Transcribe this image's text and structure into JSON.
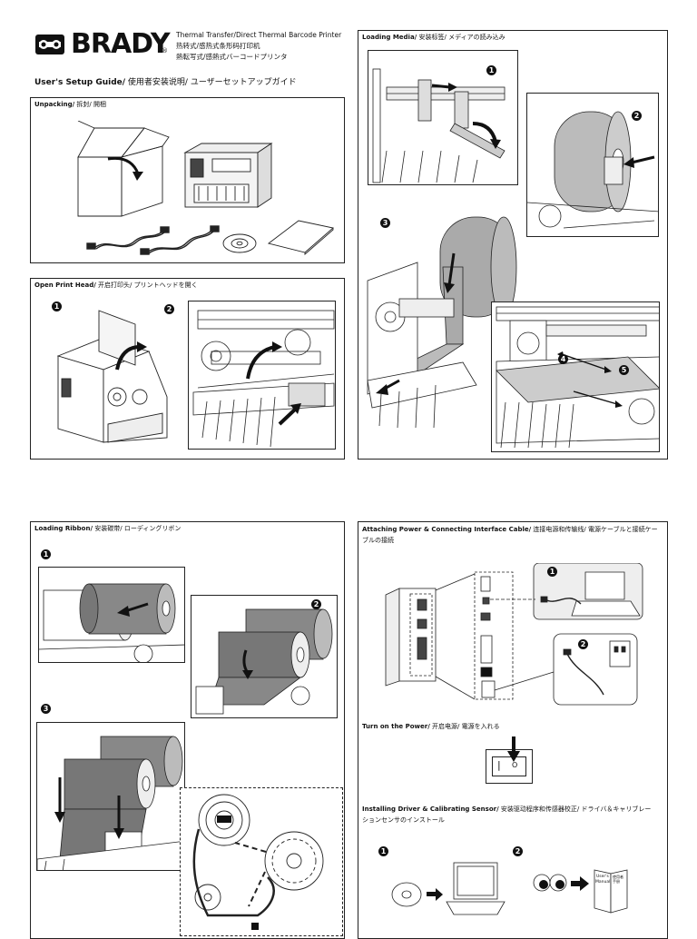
{
  "header": {
    "brand": "BRADY",
    "brand_mark": "®",
    "subtitle_en": "Thermal Transfer/Direct Thermal Barcode Printer",
    "subtitle_zh": "热转式/感热式条形码打印机",
    "subtitle_ja": "熱転写式/感熱式バーコードプリンタ",
    "guide_title_en": "User's Setup Guide/",
    "guide_title_rest": "使用者安装说明/ ユーザーセットアップガイド"
  },
  "panels": {
    "unpacking": {
      "title_en": "Unpacking/",
      "title_rest": "拆封/ 開梱"
    },
    "open_print_head": {
      "title_en": "Open Print Head/",
      "title_rest": "开启打印头/ プリントヘッドを開く"
    },
    "loading_media": {
      "title_en": "Loading Media/",
      "title_rest": "安装标签/ メディアの読み込み"
    },
    "loading_ribbon": {
      "title_en": "Loading Ribbon/",
      "title_rest": "安装碳带/ ローディングリボン"
    },
    "attaching_power": {
      "title_en": "Attaching Power & Connecting Interface Cable/",
      "title_rest_line1": "连接电源和传输线/ 電源ケーブルと接続ケー",
      "title_rest_line2": "ブルの接続"
    },
    "turn_on_power": {
      "title_en": "Turn on the Power/",
      "title_rest": "开启电源/ 電源を入れる"
    },
    "installing_driver": {
      "title_en": "Installing Driver & Calibrating Sensor/",
      "title_rest_line1": "安装驱动程序和传感器校正/ ドライバ＆キャリブレー",
      "title_rest_line2": "ションセンサのインストール"
    }
  },
  "step_numbers": [
    "1",
    "2",
    "3",
    "4",
    "5"
  ],
  "manual_book": {
    "line1": "User's",
    "line2": "Manual",
    "side": "使用者手册"
  },
  "switch_marks": {
    "on": "|",
    "off": "O"
  }
}
